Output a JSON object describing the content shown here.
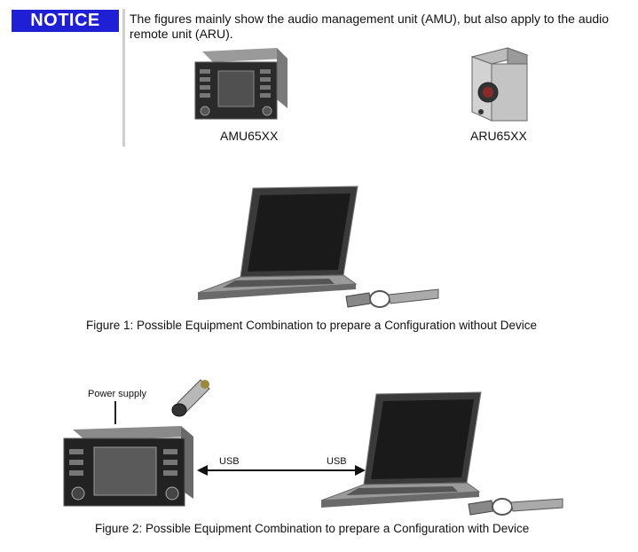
{
  "notice": {
    "badge": "NOTICE",
    "text": "The figures mainly show the audio management unit (AMU), but also apply to the audio remote unit (ARU)."
  },
  "devices": {
    "amu_label": "AMU65XX",
    "aru_label": "ARU65XX"
  },
  "figure1": {
    "caption": "Figure 1: Possible Equipment Combination to prepare a Configuration without Device"
  },
  "figure2": {
    "caption": "Figure 2: Possible Equipment Combination to prepare a Configuration with Device",
    "power_label": "Power supply",
    "usb_left_label": "USB",
    "usb_right_label": "USB"
  }
}
